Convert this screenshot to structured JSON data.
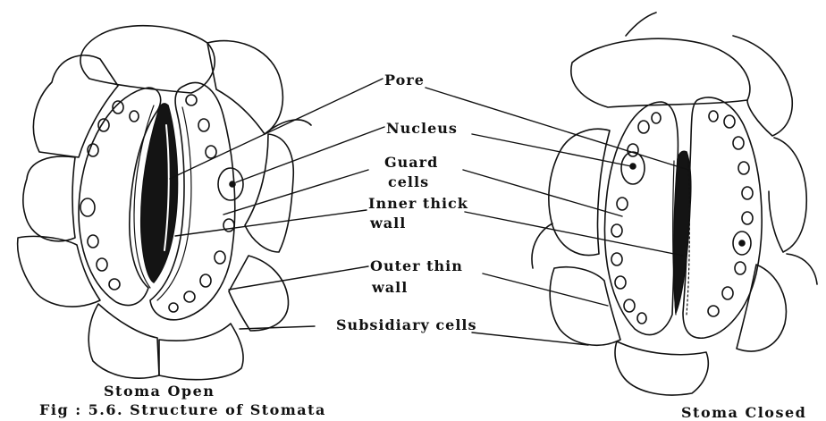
{
  "labels": {
    "pore": "Pore",
    "nucleus": "Nucleus",
    "guard_cells_line1": "Guard",
    "guard_cells_line2": "cells",
    "inner_wall_line1": "Inner thick",
    "inner_wall_line2": "wall",
    "outer_wall_line1": "Outer thin",
    "outer_wall_line2": "wall",
    "subsidiary_cells": "Subsidiary cells"
  },
  "captions": {
    "open": "Stoma  Open",
    "figure": "Fig : 5.6. Structure of Stomata",
    "closed": "Stoma Closed"
  }
}
